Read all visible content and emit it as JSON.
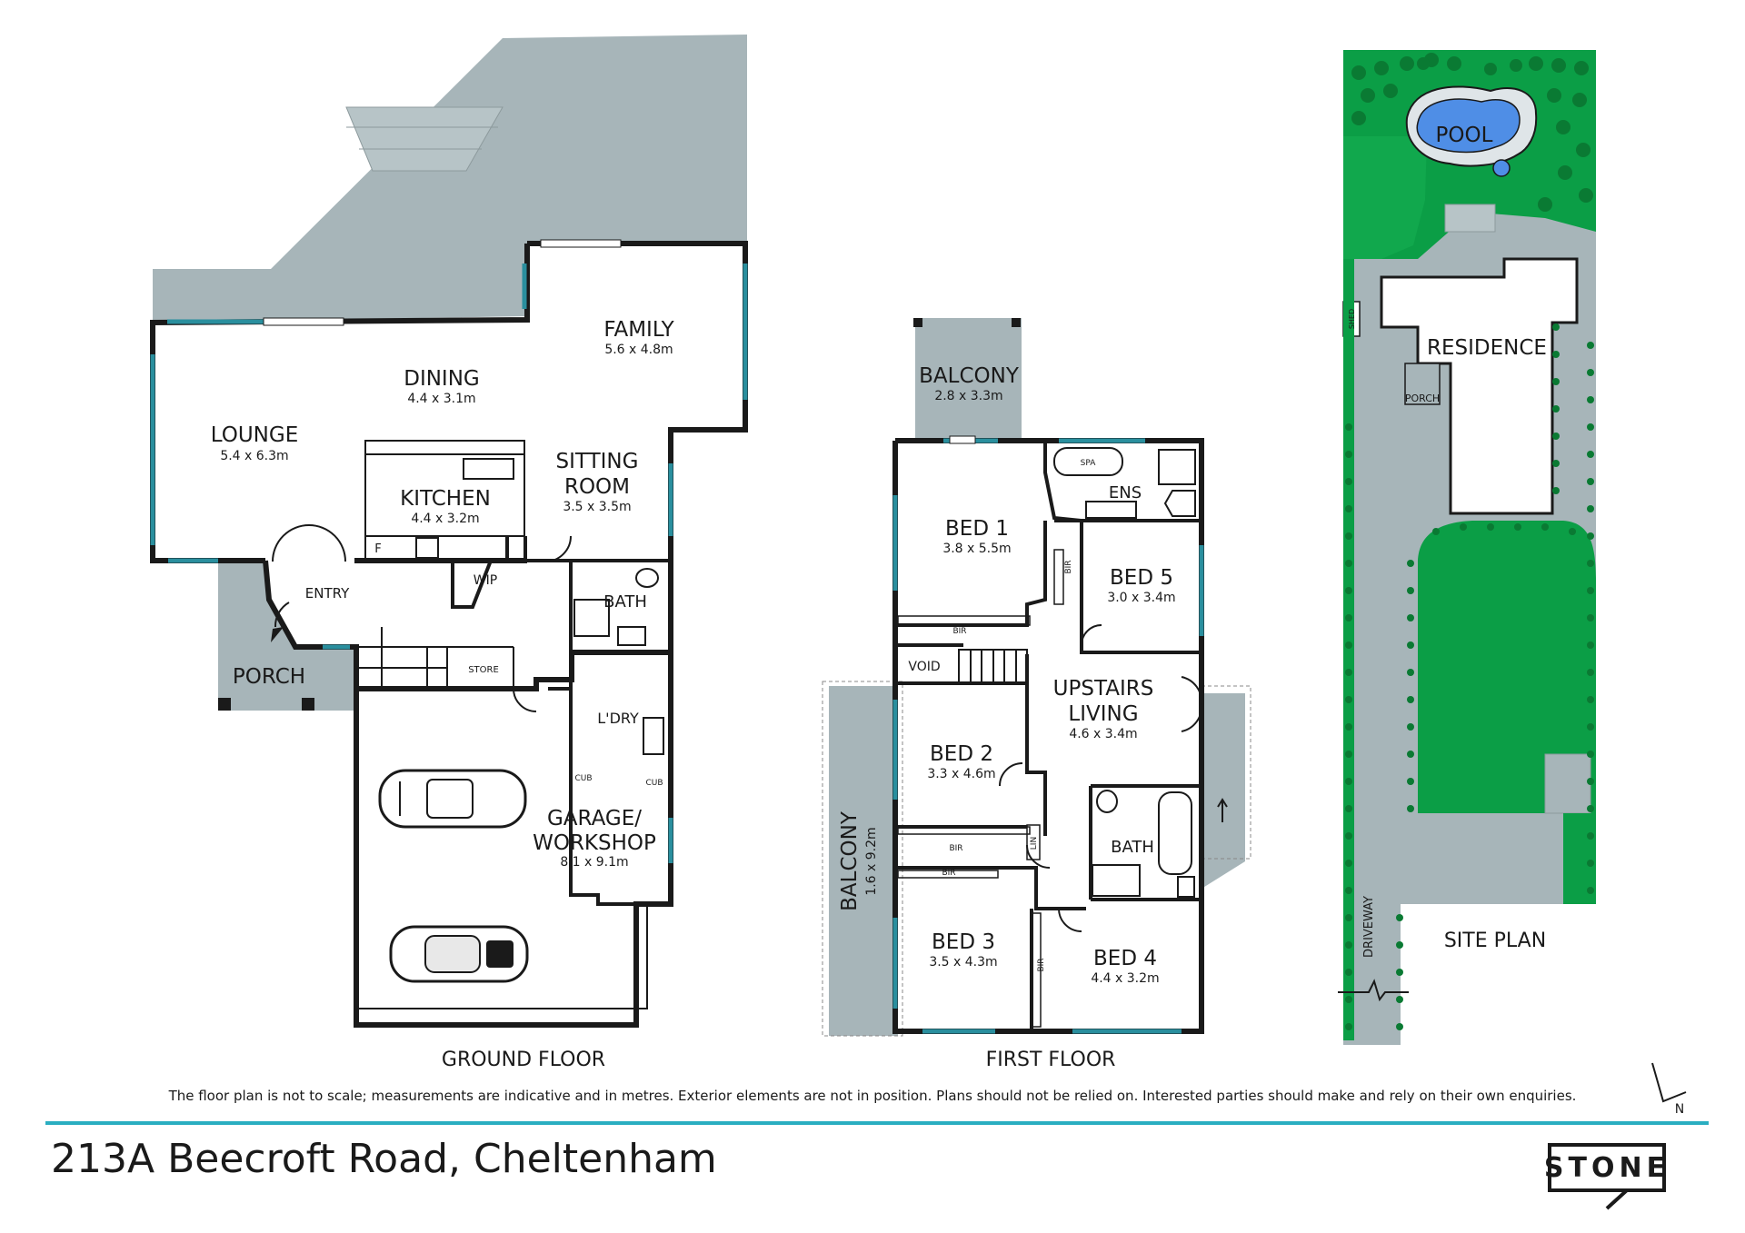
{
  "ground_floor": {
    "label": "GROUND FLOOR",
    "rooms": {
      "lounge": {
        "name": "LOUNGE",
        "dim": "5.4 x 6.3m"
      },
      "dining": {
        "name": "DINING",
        "dim": "4.4 x 3.1m"
      },
      "family": {
        "name": "FAMILY",
        "dim": "5.6 x 4.8m"
      },
      "kitchen": {
        "name": "KITCHEN",
        "dim": "4.4 x 3.2m"
      },
      "sitting_line1": "SITTING",
      "sitting_line2": "ROOM",
      "sitting_dim": "3.5 x 3.5m",
      "entry": "ENTRY",
      "porch": "PORCH",
      "bath": "BATH",
      "wip": "WIP",
      "store": "STORE",
      "laundry": "L'DRY",
      "cub": "CUB",
      "fridge": "F",
      "garage_line1": "GARAGE/",
      "garage_line2": "WORKSHOP",
      "garage_dim": "8.1 x 9.1m"
    }
  },
  "first_floor": {
    "label": "FIRST FLOOR",
    "rooms": {
      "balcony_top": {
        "name": "BALCONY",
        "dim": "2.8 x 3.3m"
      },
      "bed1": {
        "name": "BED 1",
        "dim": "3.8 x 5.5m"
      },
      "ens": "ENS",
      "spa": "SPA",
      "bed5": {
        "name": "BED 5",
        "dim": "3.0 x 3.4m"
      },
      "void": "VOID",
      "upstairs_line1": "UPSTAIRS",
      "upstairs_line2": "LIVING",
      "upstairs_dim": "4.6 x 3.4m",
      "bed2": {
        "name": "BED 2",
        "dim": "3.3 x 4.6m"
      },
      "bed3": {
        "name": "BED 3",
        "dim": "3.5 x 4.3m"
      },
      "bed4": {
        "name": "BED 4",
        "dim": "4.4 x 3.2m"
      },
      "bath": "BATH",
      "bir": "BIR",
      "lin": "LIN",
      "balcony_side": {
        "name": "BALCONY",
        "dim": "1.6 x 9.2m"
      }
    }
  },
  "site_plan": {
    "label": "SITE PLAN",
    "pool": "POOL",
    "residence": "RESIDENCE",
    "porch": "PORCH",
    "shed": "SHED",
    "driveway": "DRIVEWAY",
    "north": "N"
  },
  "disclaimer": "The floor plan is not to scale; measurements are indicative and in metres. Exterior elements are not in position. Plans should not be relied on. Interested parties should make and rely on their own enquiries.",
  "address": "213A Beecroft Road, Cheltenham",
  "logo": "STONE",
  "colors": {
    "wall": "#1a1a1a",
    "deck": "#a7b5b9",
    "window": "#2a8f9e",
    "lawn": "#0b9e46",
    "hedge": "#0d8a3c",
    "pool": "#4f8ee6",
    "accent_rule": "#2aaec1"
  }
}
